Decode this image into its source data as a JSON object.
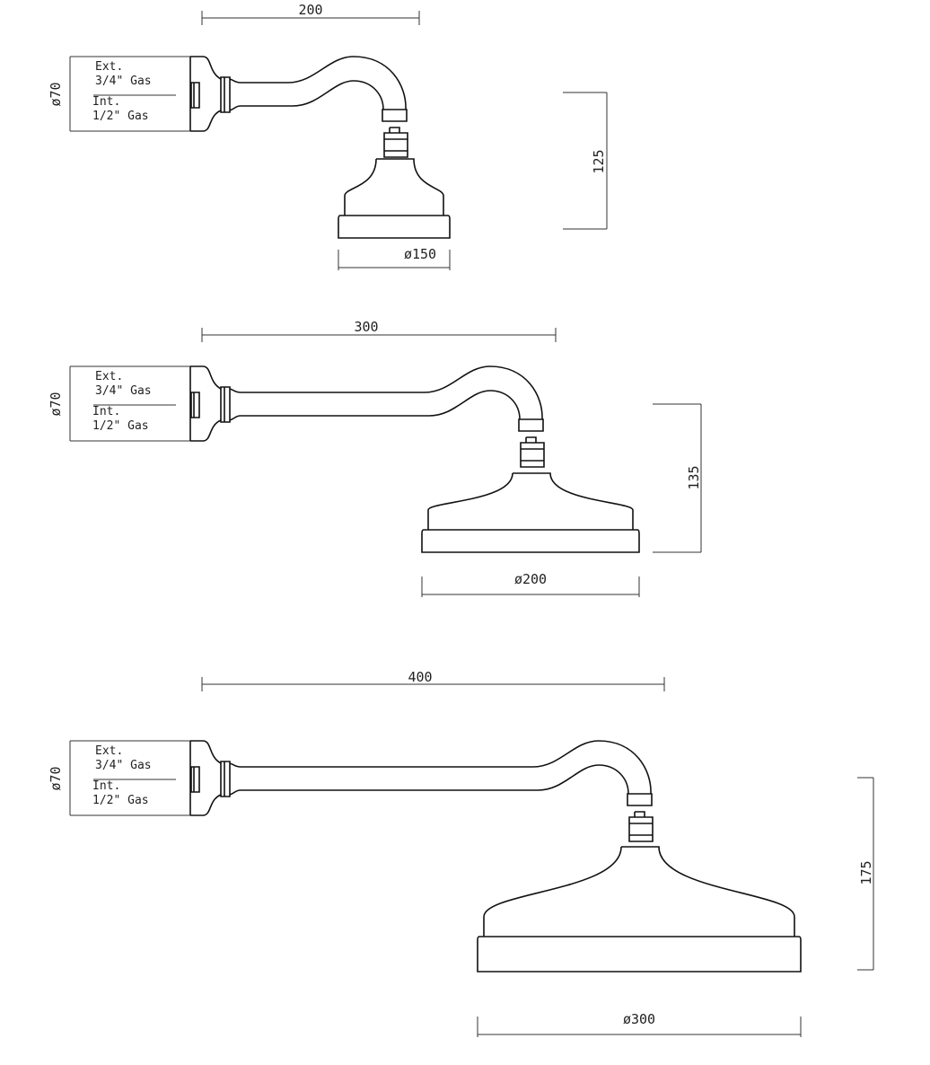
{
  "assemblies": [
    {
      "arm_length": "200",
      "height": "125",
      "head_diameter": "ø150",
      "flange_diameter": "ø70",
      "ext_label": "Ext.",
      "ext_thread": "3/4\" Gas",
      "int_label": "Int.",
      "int_thread": "1/2\" Gas"
    },
    {
      "arm_length": "300",
      "height": "135",
      "head_diameter": "ø200",
      "flange_diameter": "ø70",
      "ext_label": "Ext.",
      "ext_thread": "3/4\" Gas",
      "int_label": "Int.",
      "int_thread": "1/2\" Gas"
    },
    {
      "arm_length": "400",
      "height": "175",
      "head_diameter": "ø300",
      "flange_diameter": "ø70",
      "ext_label": "Ext.",
      "ext_thread": "3/4\" Gas",
      "int_label": "Int.",
      "int_thread": "1/2\" Gas"
    }
  ]
}
